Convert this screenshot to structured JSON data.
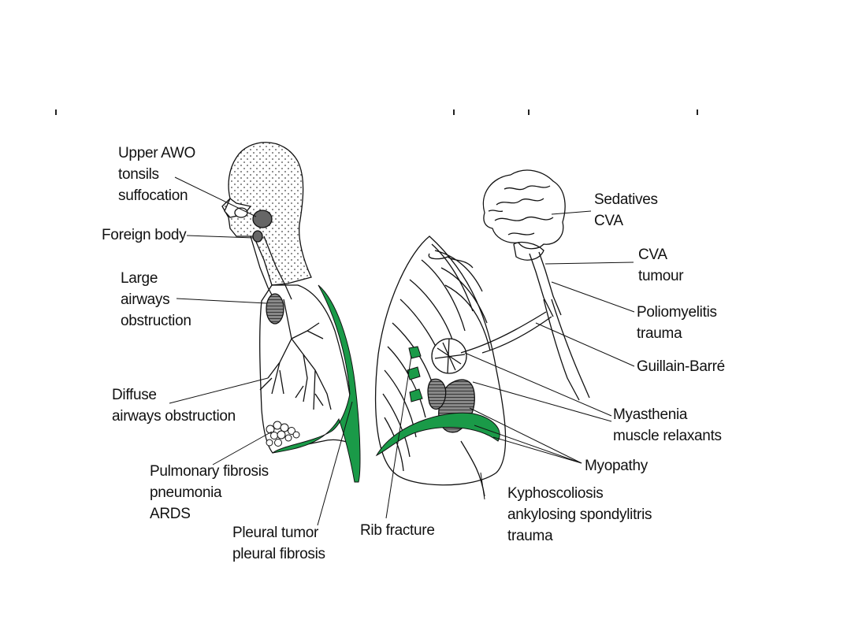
{
  "colors": {
    "green": "#1a9a48",
    "ink": "#111111",
    "shade": "#555555"
  },
  "labels": {
    "upper_awo": [
      "Upper AWO",
      "tonsils",
      "suffocation"
    ],
    "foreign_body": [
      "Foreign body"
    ],
    "large_airways": [
      "Large",
      "airways",
      "obstruction"
    ],
    "diffuse_airways": [
      "Diffuse",
      "airways obstruction"
    ],
    "pulmonary_fibrosis": [
      "Pulmonary fibrosis",
      "pneumonia",
      "ARDS"
    ],
    "pleural_tumor": [
      "Pleural tumor",
      "pleural fibrosis"
    ],
    "rib_fracture": [
      "Rib fracture"
    ],
    "sedatives": [
      "Sedatives",
      "CVA"
    ],
    "cva_tumour": [
      "CVA",
      "tumour"
    ],
    "poliomyelitis": [
      "Poliomyelitis",
      "trauma"
    ],
    "guillain_barre": [
      "Guillain-Barré"
    ],
    "myasthenia": [
      "Myasthenia",
      "muscle relaxants"
    ],
    "myopathy": [
      "Myopathy"
    ],
    "kyphoscoliosis": [
      "Kyphoscoliosis",
      "ankylosing spondylitris",
      "trauma"
    ]
  }
}
